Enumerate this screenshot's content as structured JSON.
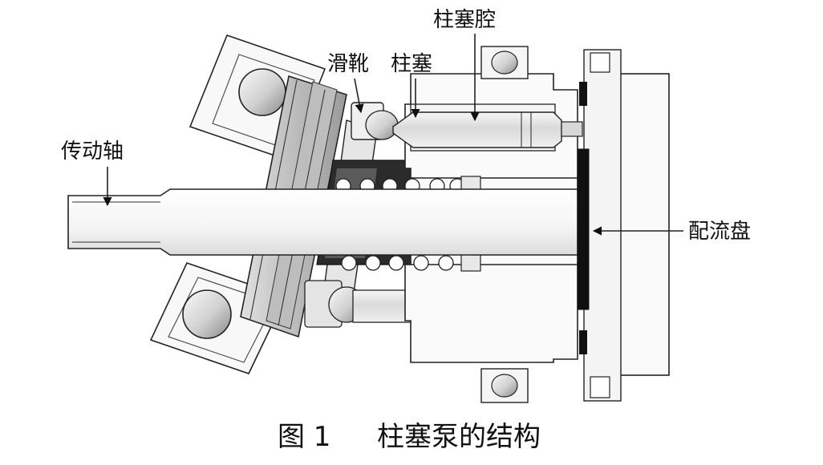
{
  "labels": {
    "drive_shaft": "传动轴",
    "slipper": "滑靴",
    "plunger": "柱塞",
    "plunger_chamber": "柱塞腔",
    "port_plate": "配流盘"
  },
  "caption": {
    "number": "图 1",
    "title": "柱塞泵的结构"
  }
}
